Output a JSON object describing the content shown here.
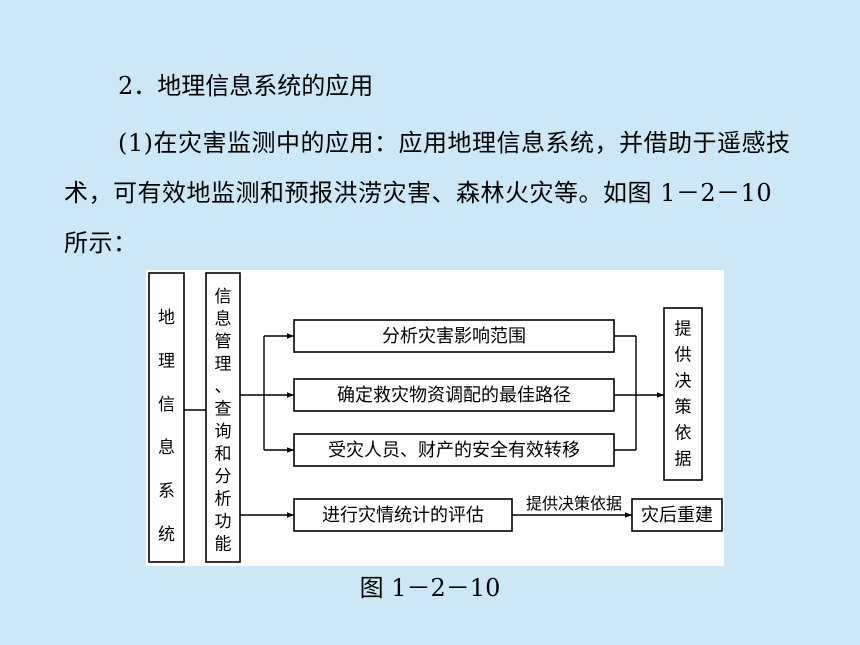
{
  "section": {
    "heading": "2．地理信息系统的应用",
    "paragraph": "(1)在灾害监测中的应用：应用地理信息系统，并借助于遥感技术，可有效地监测和预报洪涝灾害、森林火灾等。如图 1－2－10 所示："
  },
  "diagram": {
    "system_label": "地理信息系统",
    "function_label": "信息管理、查询和分析功能",
    "branches": [
      "分析灾害影响范围",
      "确定救灾物资调配的最佳路径",
      "受灾人员、财产的安全有效转移"
    ],
    "evaluation_label": "进行灾情统计的评估",
    "decision_label": "提供决策依据",
    "arrow_label": "提供决策依据",
    "rebuild_label": "灾后重建"
  },
  "figure": {
    "caption": "图 1－2－10"
  }
}
